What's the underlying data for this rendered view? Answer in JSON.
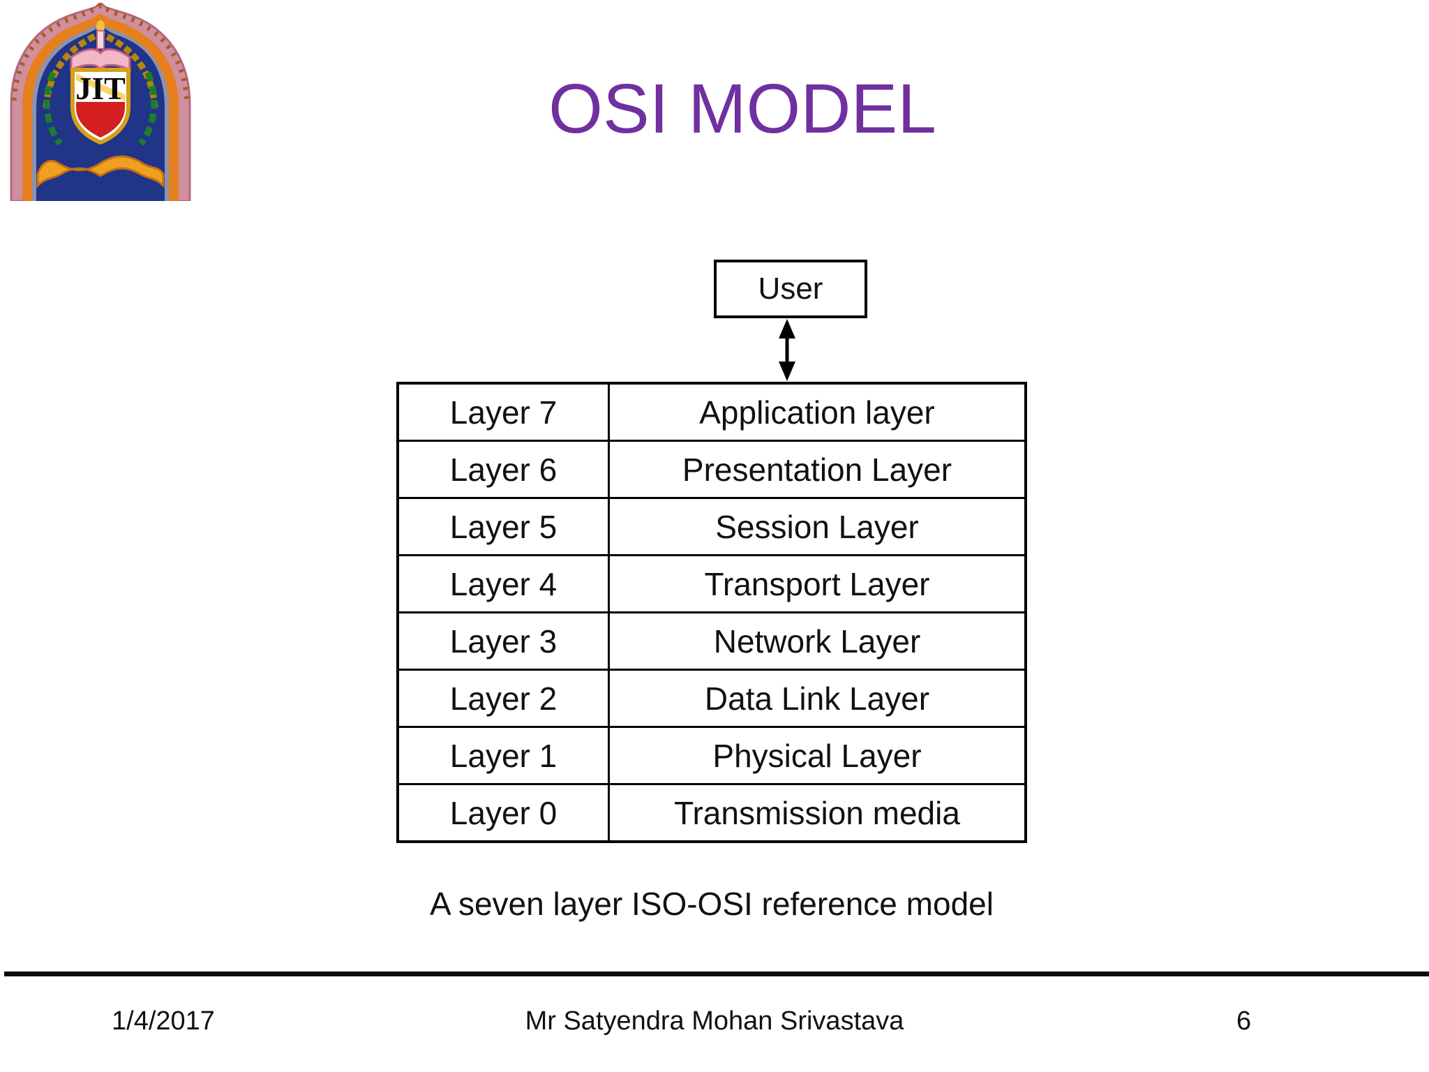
{
  "slide": {
    "title": "OSI MODEL",
    "title_color": "#7030A0",
    "logo": {
      "name": "JIT institute emblem",
      "monogram": "JIT"
    },
    "user_box": {
      "label": "User"
    },
    "table": {
      "rows": [
        {
          "layer": "Layer 7",
          "name": "Application layer"
        },
        {
          "layer": "Layer 6",
          "name": "Presentation Layer"
        },
        {
          "layer": "Layer 5",
          "name": "Session Layer"
        },
        {
          "layer": "Layer 4",
          "name": "Transport Layer"
        },
        {
          "layer": "Layer 3",
          "name": "Network Layer"
        },
        {
          "layer": "Layer 2",
          "name": "Data Link Layer"
        },
        {
          "layer": "Layer 1",
          "name": "Physical Layer"
        },
        {
          "layer": "Layer 0",
          "name": "Transmission media"
        }
      ]
    },
    "caption": "A seven layer ISO-OSI reference model",
    "footer": {
      "date": "1/4/2017",
      "author": "Mr Satyendra Mohan Srivastava",
      "page_number": "6"
    },
    "colors": {
      "text": "#111111",
      "table_border": "#000000",
      "logo_blue": "#203488",
      "logo_orange": "#e6801f",
      "logo_pink": "#cf8f9f",
      "logo_red": "#d42020",
      "logo_gold": "#d4a017",
      "logo_green": "#1e7d2c"
    }
  }
}
